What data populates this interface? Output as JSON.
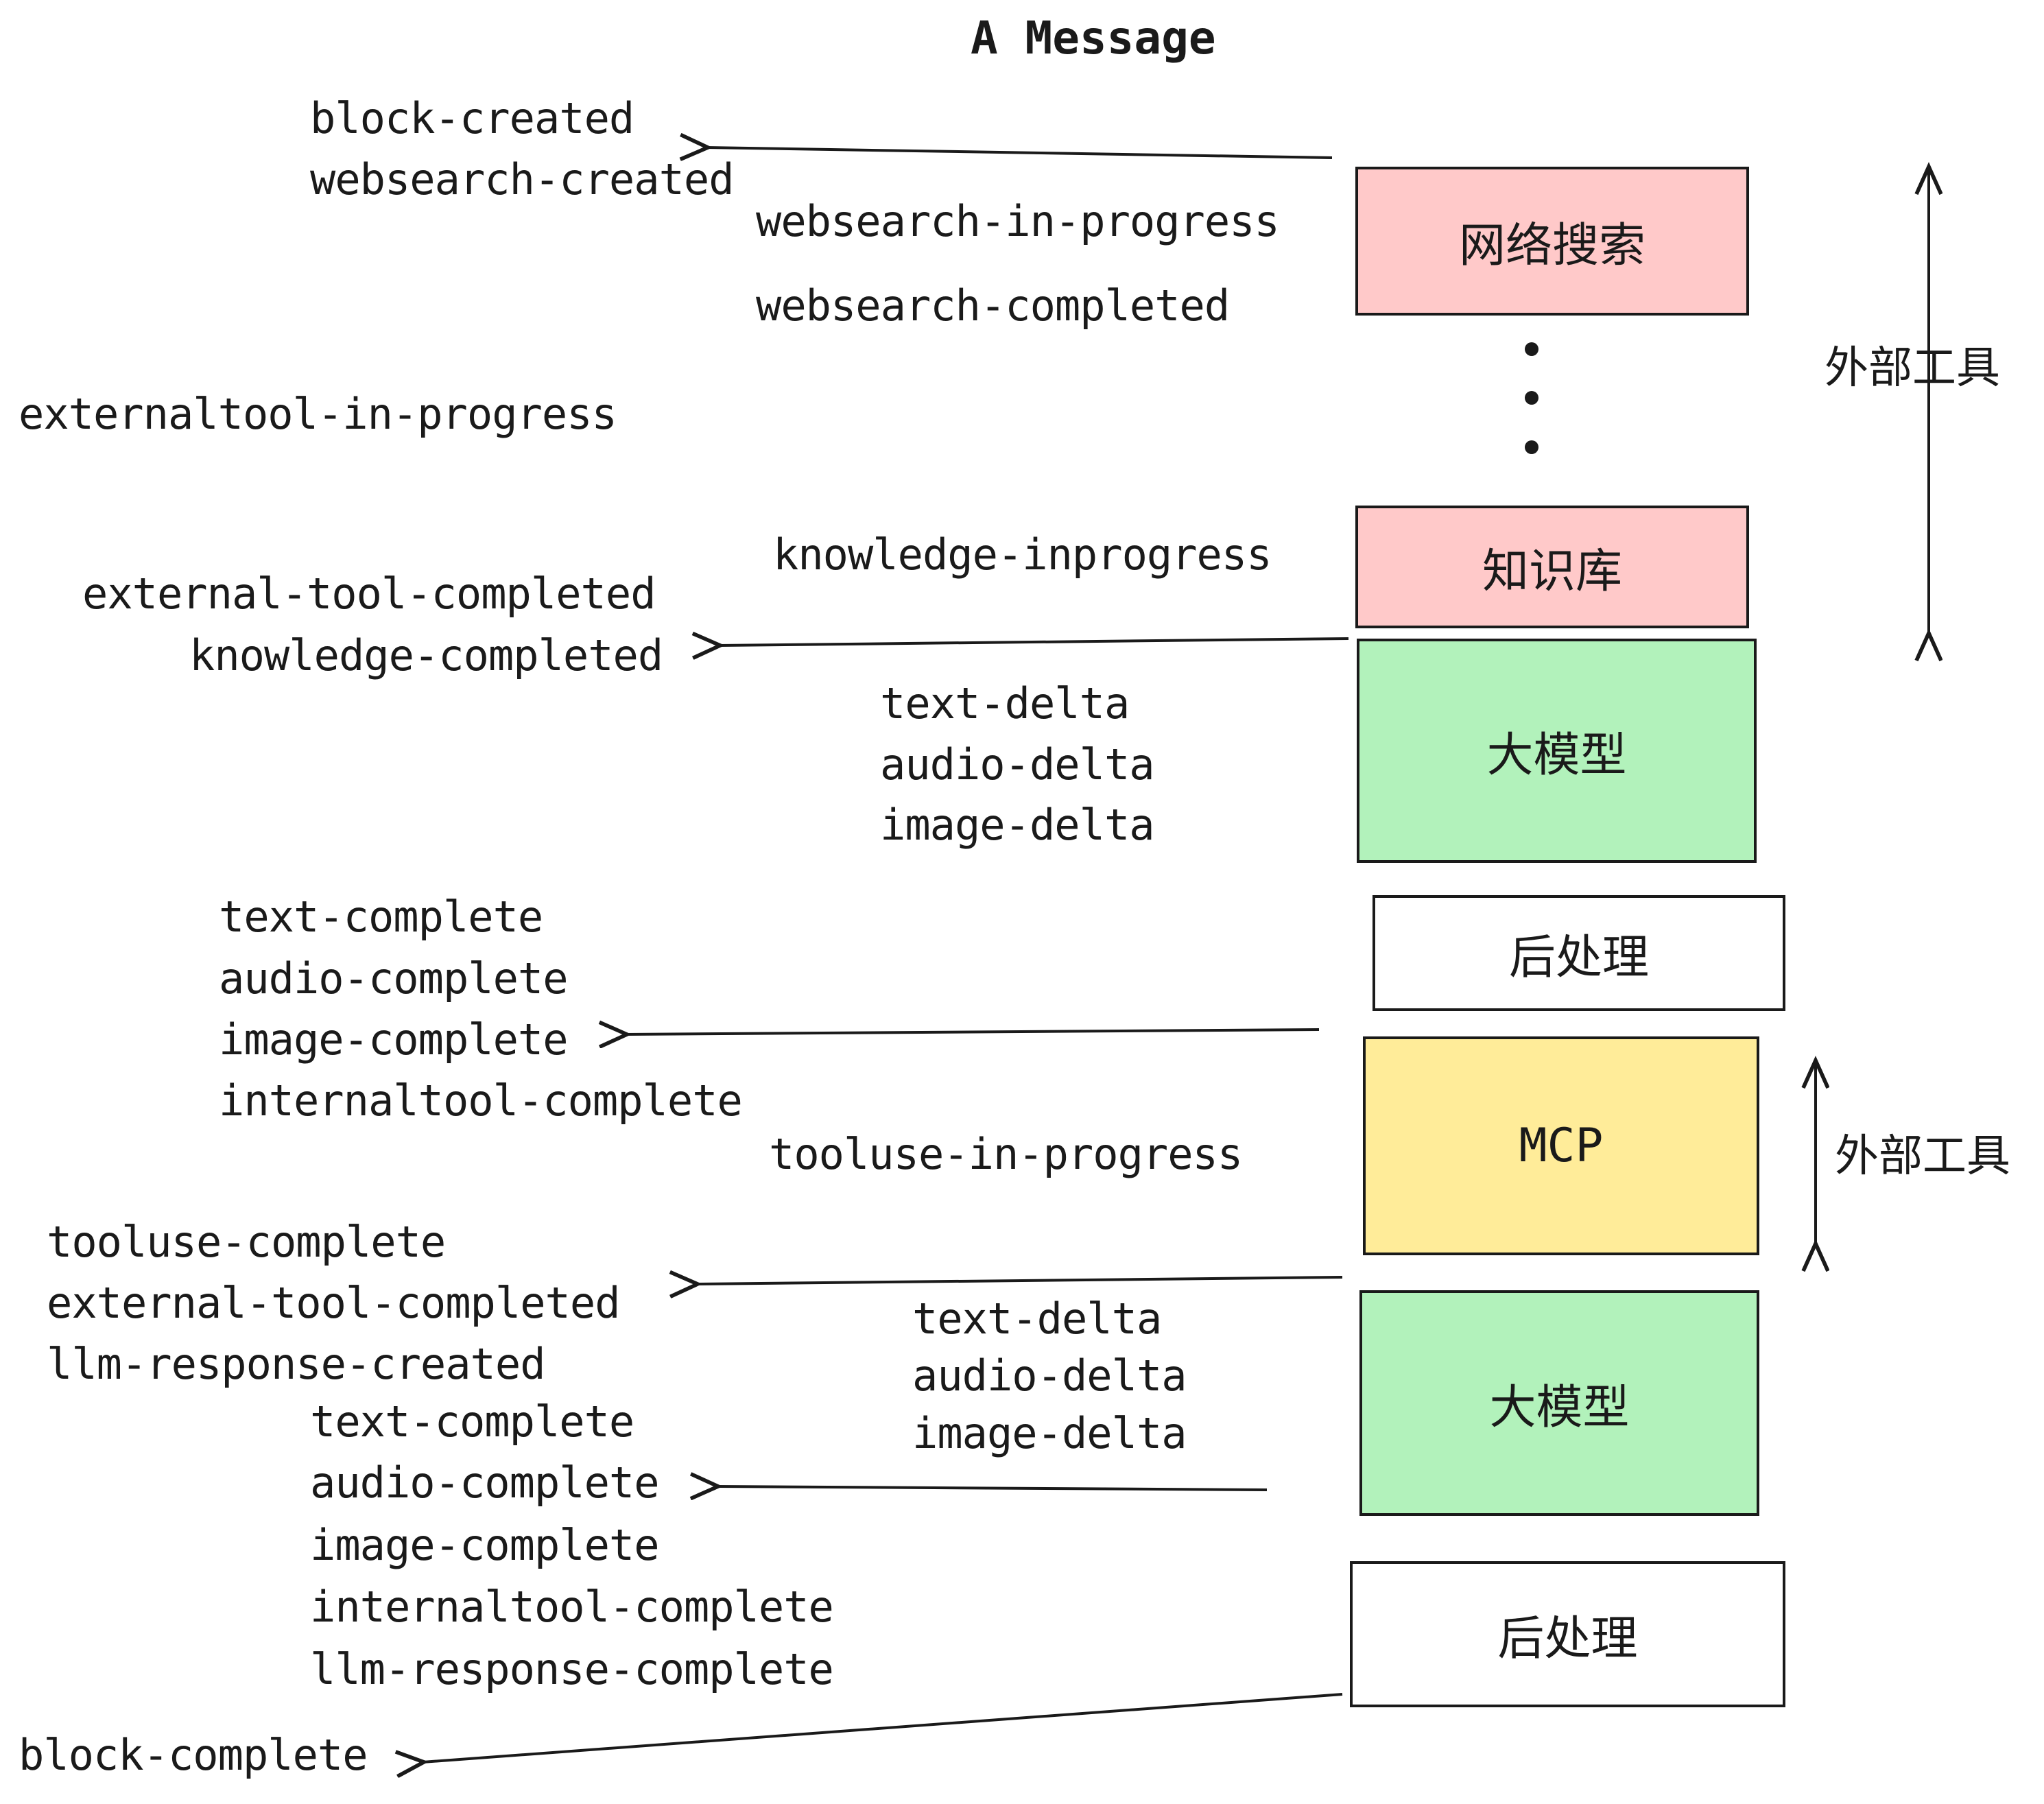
{
  "title": "A Message",
  "events": {
    "block_created": "block-created",
    "websearch_created": "websearch-created",
    "websearch_in_progress": "websearch-in-progress",
    "websearch_completed": "websearch-completed",
    "externaltool_in_progress": "externaltool-in-progress",
    "knowledge_inprogress": "knowledge-inprogress",
    "external_tool_completed": "external-tool-completed",
    "knowledge_completed": "knowledge-completed",
    "text_delta": "text-delta",
    "audio_delta": "audio-delta",
    "image_delta": "image-delta",
    "text_complete": "text-complete",
    "audio_complete": "audio-complete",
    "image_complete": "image-complete",
    "internaltool_complete": "internaltool-complete",
    "tooluse_in_progress": "tooluse-in-progress",
    "tooluse_complete": "tooluse-complete",
    "llm_response_created": "llm-response-created",
    "llm_response_complete": "llm-response-complete",
    "block_complete": "block-complete"
  },
  "boxes": {
    "websearch": "网络搜索",
    "knowledge": "知识库",
    "llm": "大模型",
    "postprocess": "后处理",
    "mcp": "MCP"
  },
  "side_labels": {
    "external_tools": "外部工具"
  },
  "colors": {
    "pink": "#ffc9c9",
    "green": "#b2f2bb",
    "yellow": "#ffec99",
    "white": "#ffffff",
    "stroke": "#1a1a1a"
  }
}
